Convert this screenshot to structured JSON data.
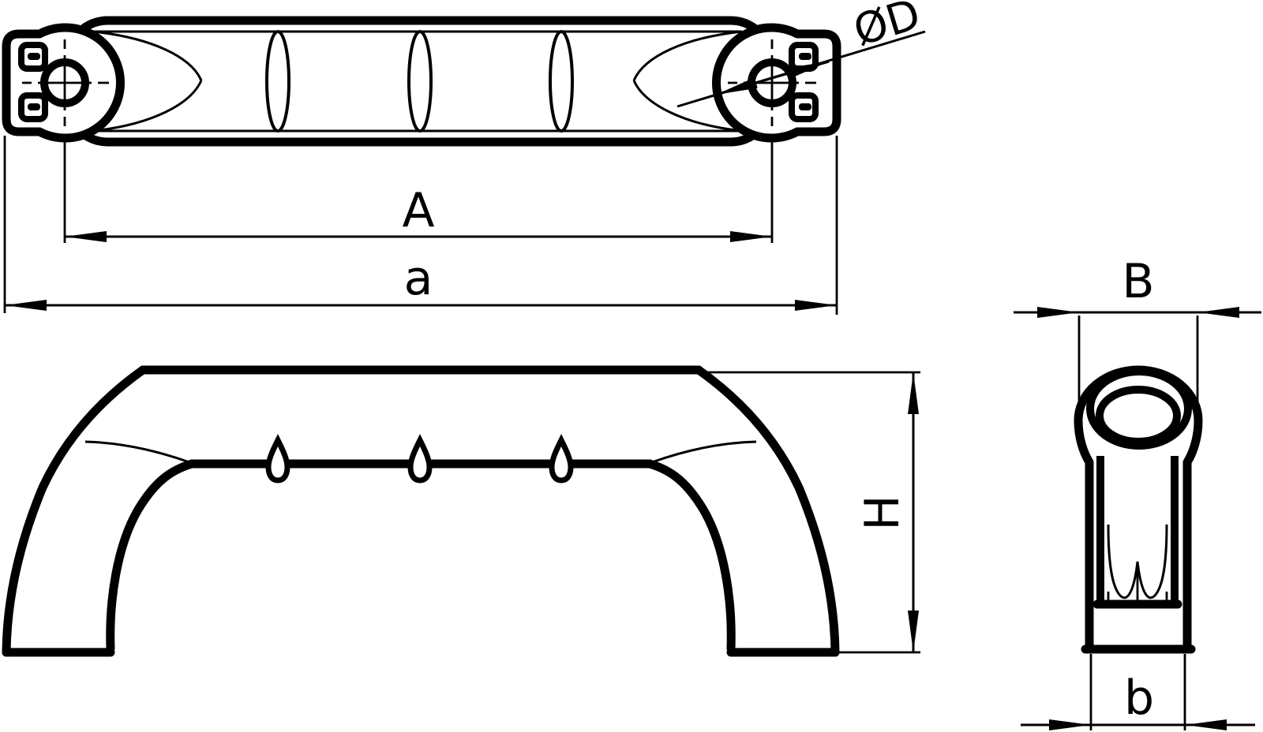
{
  "drawing": {
    "title": "pull-handle-dimension-drawing",
    "colors": {
      "line": "#000000",
      "background": "#ffffff"
    },
    "views": {
      "top": {
        "label_boss_diameter": "ØD",
        "label_hole_center_distance": "A",
        "label_overall_length": "a"
      },
      "front": {
        "label_height": "H"
      },
      "side": {
        "label_top_width": "B",
        "label_base_width": "b"
      }
    }
  }
}
